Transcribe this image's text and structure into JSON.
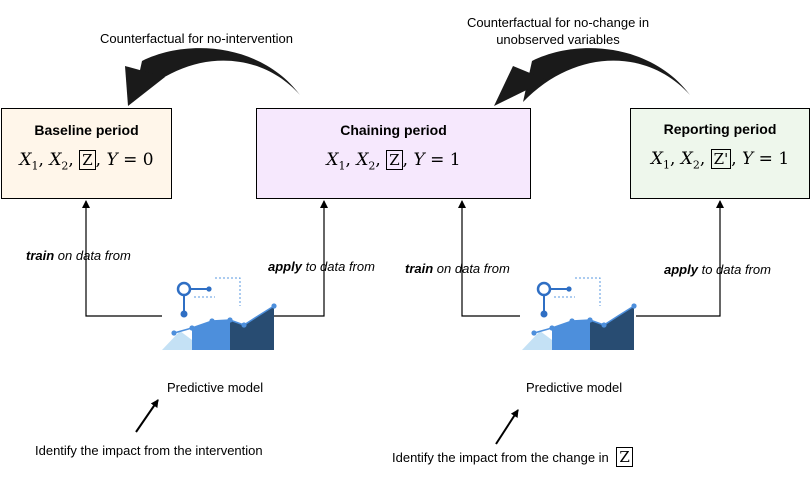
{
  "counterfactual_left": "Counterfactual for no-intervention",
  "counterfactual_right_line1": "Counterfactual for no-change in",
  "counterfactual_right_line2": "unobserved variables",
  "boxes": {
    "baseline": {
      "title": "Baseline period",
      "z": "Z",
      "y_value": "0"
    },
    "chaining": {
      "title": "Chaining period",
      "z": "Z",
      "y_value": "1"
    },
    "reporting": {
      "title": "Reporting period",
      "z": "Z'",
      "y_value": "1"
    }
  },
  "edges": {
    "train_left": {
      "verb": "train",
      "rest": " on data from"
    },
    "apply_left": {
      "verb": "apply",
      "rest": " to data from"
    },
    "train_right": {
      "verb": "train",
      "rest": " on data from"
    },
    "apply_right": {
      "verb": "apply",
      "rest": " to data from"
    }
  },
  "model_label": "Predictive model",
  "impact_left": "Identify the impact from the intervention",
  "impact_right": "Identify the impact from the change in",
  "impact_right_z": "Z",
  "colors": {
    "baseline_fill": "#fff6ea",
    "chaining_fill": "#f6e8fd",
    "reporting_fill": "#eef7ec",
    "chart_light": "#c4e1f5",
    "chart_mid": "#4d8fdc",
    "chart_dark": "#284c72"
  }
}
